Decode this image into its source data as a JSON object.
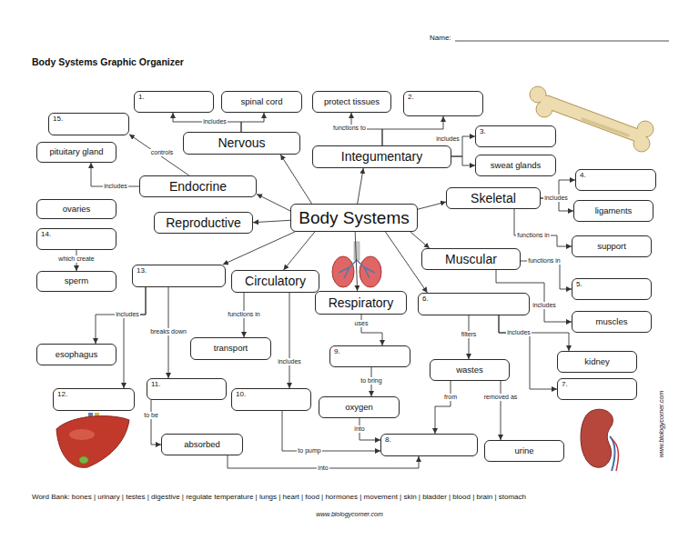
{
  "diagram": {
    "title": "Body Systems Graphic Organizer",
    "nodes": [
      {
        "text": [
          "1."
        ]
      },
      {
        "text": [
          "spinal cord"
        ]
      },
      {
        "text": [
          "protect tissues"
        ]
      },
      {
        "text": [
          "2."
        ]
      },
      {
        "text": [
          "15."
        ]
      },
      {
        "text": [
          "Nervous"
        ]
      },
      {
        "text": [
          "3."
        ]
      },
      {
        "text": [
          "pituitary gland"
        ]
      },
      {
        "text": [
          "Integumentary"
        ]
      },
      {
        "text": [
          "sweat glands"
        ]
      },
      {
        "text": [
          "4."
        ]
      },
      {
        "text": [
          "Endocrine"
        ]
      },
      {
        "text": [
          "Skeletal"
        ]
      },
      {
        "text": [
          "ovaries"
        ]
      },
      {
        "text": [
          "Body Systems"
        ]
      },
      {
        "text": [
          "ligaments"
        ]
      },
      {
        "text": [
          "Reproductive"
        ]
      },
      {
        "text": [
          "14."
        ]
      },
      {
        "text": [
          "support"
        ]
      },
      {
        "text": [
          "Muscular"
        ]
      },
      {
        "text": [
          "13."
        ]
      },
      {
        "text": [
          "Circulatory"
        ]
      },
      {
        "text": [
          "sperm"
        ]
      },
      {
        "text": [
          "5."
        ]
      },
      {
        "text": [
          "Respiratory"
        ]
      },
      {
        "text": [
          "6."
        ]
      },
      {
        "text": [
          "muscles"
        ]
      },
      {
        "text": [
          "transport"
        ]
      },
      {
        "text": [
          "esophagus"
        ]
      },
      {
        "text": [
          "9."
        ]
      },
      {
        "text": [
          "kidney"
        ]
      },
      {
        "text": [
          "wastes"
        ]
      },
      {
        "text": [
          "11."
        ]
      },
      {
        "text": [
          "7."
        ]
      },
      {
        "text": [
          "12."
        ]
      },
      {
        "text": [
          "10."
        ]
      },
      {
        "text": [
          "oxygen"
        ]
      },
      {
        "text": [
          "8."
        ]
      },
      {
        "text": [
          "absorbed"
        ]
      },
      {
        "text": [
          "urine"
        ]
      }
    ],
    "edges": [
      {
        "from": 14,
        "to": 5,
        "arrow": "to"
      },
      {
        "from": 14,
        "to": 8,
        "arrow": "to"
      },
      {
        "from": 14,
        "to": 11,
        "arrow": "to"
      },
      {
        "from": 14,
        "to": 12,
        "arrow": "to"
      },
      {
        "from": 14,
        "to": 16,
        "arrow": "to"
      },
      {
        "from": 14,
        "to": 19,
        "arrow": "to"
      },
      {
        "from": 14,
        "to": 20,
        "arrow": "to"
      },
      {
        "from": 14,
        "to": 21,
        "arrow": "to"
      },
      {
        "from": 14,
        "to": 24,
        "arrow": "to"
      },
      {
        "from": 14,
        "to": 25,
        "arrow": "to"
      },
      {
        "from": 5,
        "to": 0,
        "label": "includes",
        "arrow": "to"
      },
      {
        "from": 5,
        "to": 1,
        "arrow": "to"
      },
      {
        "from": 8,
        "to": 2,
        "label": "functions to",
        "arrow": "to"
      },
      {
        "from": 8,
        "to": 3,
        "arrow": "to"
      },
      {
        "from": 8,
        "to": 6,
        "label": "includes",
        "arrow": "to"
      },
      {
        "from": 8,
        "to": 9,
        "arrow": "to"
      },
      {
        "from": 11,
        "to": 4,
        "label": "controls",
        "arrow": "to"
      },
      {
        "from": 11,
        "to": 7,
        "label": "includes",
        "arrow": "to"
      },
      {
        "from": 12,
        "to": 10,
        "label": "includes",
        "arrow": "to"
      },
      {
        "from": 12,
        "to": 15,
        "arrow": "to"
      },
      {
        "from": 12,
        "to": 18,
        "label": "functions in",
        "arrow": "to"
      },
      {
        "from": 19,
        "to": 23,
        "label": "functions in",
        "arrow": "to"
      },
      {
        "from": 19,
        "to": 26,
        "label": "includes",
        "arrow": "to"
      },
      {
        "from": 20,
        "to": 28,
        "label": "includes",
        "arrow": "to"
      },
      {
        "from": 20,
        "to": 34,
        "arrow": "to"
      },
      {
        "from": 20,
        "to": 32,
        "label": "breaks down",
        "arrow": "to"
      },
      {
        "from": 32,
        "to": 38,
        "label": "to be",
        "arrow": "to"
      },
      {
        "from": 21,
        "to": 27,
        "label": "functions in",
        "arrow": "to"
      },
      {
        "from": 21,
        "to": 35,
        "label": "includes",
        "arrow": "to"
      },
      {
        "from": 35,
        "to": 37,
        "label": "to pump",
        "arrow": "to"
      },
      {
        "from": 36,
        "to": 37,
        "label": "into",
        "arrow": "to"
      },
      {
        "from": 38,
        "to": 37,
        "label": "into",
        "arrow": "to"
      },
      {
        "from": 24,
        "to": 29,
        "label": "uses",
        "arrow": "to"
      },
      {
        "from": 29,
        "to": 36,
        "label": "to bring",
        "arrow": "to"
      },
      {
        "from": 25,
        "to": 31,
        "label": "filters",
        "arrow": "to"
      },
      {
        "from": 25,
        "to": 30,
        "label": "includes",
        "arrow": "to"
      },
      {
        "from": 25,
        "to": 33,
        "arrow": "to"
      },
      {
        "from": 31,
        "to": 39,
        "label": "removed as",
        "arrow": "to"
      },
      {
        "from": 31,
        "to": 37,
        "label": "from",
        "arrow": "to"
      },
      {
        "from": 17,
        "to": 22,
        "label": "which create",
        "arrow": "to"
      }
    ],
    "labels": [
      "Name:",
      "Word Bank: bones | urinary | testes | digestive | regulate temperature | lungs | heart | food | hormones | movement | skin | bladder | blood | brain | stomach",
      "www.biologycorner.com",
      "www.biologycorner.com"
    ]
  }
}
